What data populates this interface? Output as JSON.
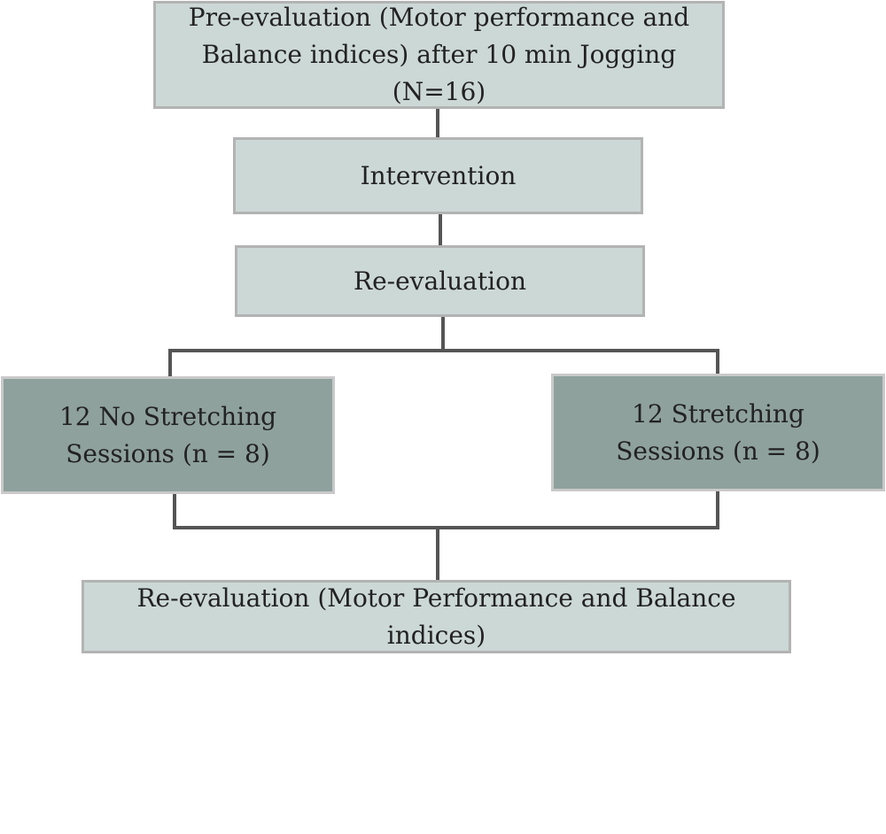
{
  "colors": {
    "light_fill": "#ccd8d5",
    "light_border": "#b3b3b3",
    "dark_fill": "#8fa19d",
    "dark_border": "#c9c9c9",
    "connector": "#555555"
  },
  "nodes": {
    "pre_evaluation": "Pre-evaluation (Motor performance and\nBalance indices) after 10 min Jogging (N=16)",
    "intervention": "Intervention",
    "re_evaluation": "Re-evaluation",
    "no_stretching": "12 No Stretching\nSessions (n = 8)",
    "stretching": "12 Stretching\nSessions (n = 8)",
    "final_evaluation": "Re-evaluation (Motor Performance and Balance indices)"
  }
}
